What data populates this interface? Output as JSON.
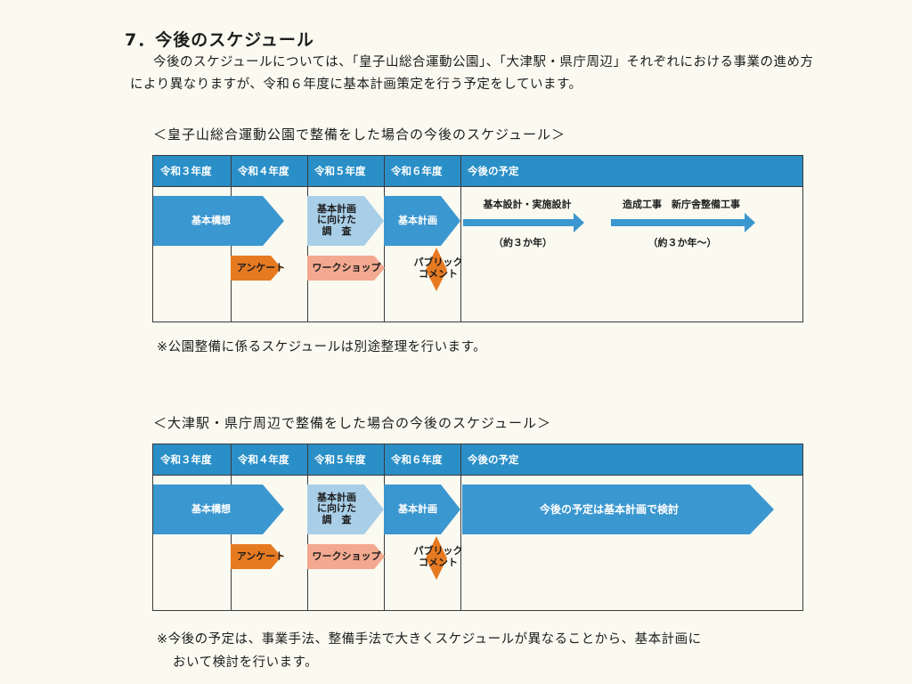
{
  "heading": "7．今後のスケジュール",
  "intro": "今後のスケジュールについては、「皇子山総合運動公園」、「大津駅・県庁周辺」それぞれにおける事業の進め方により異なりますが、令和６年度に基本計画策定を行う予定をしています。",
  "columns": [
    "令和３年度",
    "令和４年度",
    "令和５年度",
    "令和６年度",
    "今後の予定"
  ],
  "schedule1": {
    "title": "＜皇子山総合運動公園で整備をした場合の今後のスケジュール＞",
    "kihon_koso": "基本構想",
    "survey_l1": "基本計画",
    "survey_l2": "に向けた",
    "survey_l3": "調　査",
    "kihon_keikaku": "基本計画",
    "design": "基本設計・実施設計",
    "design_period": "（約３か年）",
    "construction": "造成工事　新庁舎整備工事",
    "construction_period": "（約３か年～）",
    "survey_enquete": "アンケート",
    "workshop": "ワークショップ",
    "public_l1": "パブリック",
    "public_l2": "コメント",
    "note": "※公園整備に係るスケジュールは別途整理を行います。"
  },
  "schedule2": {
    "title": "＜大津駅・県庁周辺で整備をした場合の今後のスケジュール＞",
    "kihon_koso": "基本構想",
    "survey_l1": "基本計画",
    "survey_l2": "に向けた",
    "survey_l3": "調　査",
    "kihon_keikaku": "基本計画",
    "future": "今後の予定は基本計画で検討",
    "survey_enquete": "アンケート",
    "workshop": "ワークショップ",
    "public_l1": "パブリック",
    "public_l2": "コメント",
    "note_l1": "※今後の予定は、事業手法、整備手法で大きくスケジュールが異なることから、基本計画に",
    "note_l2": "おいて検討を行います。"
  },
  "colors": {
    "header_blue": "#2a8fc7",
    "arrow_blue": "#3b97d0",
    "arrow_light_blue": "#a9cfe8",
    "orange": "#e67a21",
    "salmon": "#f3a990",
    "background": "#fbfaf1"
  }
}
